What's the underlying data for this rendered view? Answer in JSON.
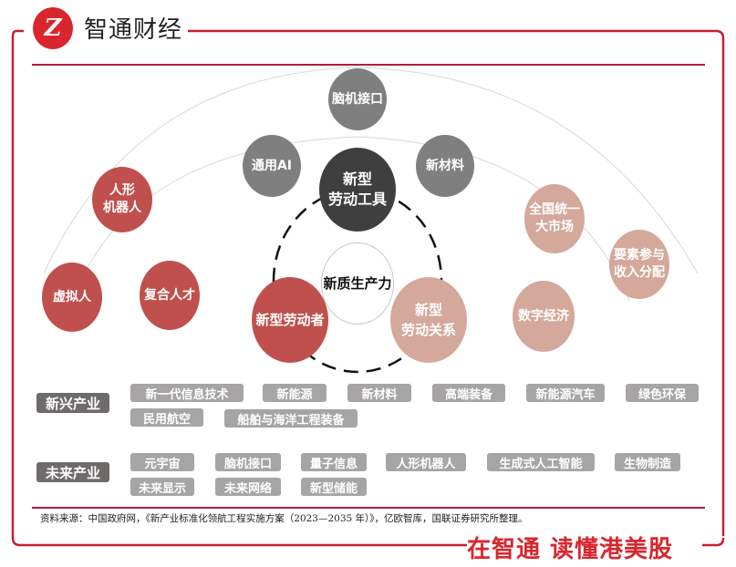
{
  "header": {
    "logo_glyph": "Z",
    "brand_title": "智通财经"
  },
  "colors": {
    "brand_red": "#c8202f",
    "tool_gray": "#7f7f7f",
    "tool_dark": "#3f3f3f",
    "worker_red": "#c0504d",
    "relation_beige": "#d4a89a",
    "chip_gray": "#a6a4a4",
    "category_dark": "#6f6b6b"
  },
  "diagram": {
    "core": {
      "label": "新质生产力"
    },
    "pillars": {
      "tools": {
        "label": "新型\n劳动工具"
      },
      "workers": {
        "label": "新型劳动者"
      },
      "relations": {
        "label": "新型\n劳动关系"
      }
    },
    "tool_nodes": [
      {
        "label": "脑机接口"
      },
      {
        "label": "通用AI"
      },
      {
        "label": "新材料"
      }
    ],
    "worker_nodes": [
      {
        "label": "人形\n机器人"
      },
      {
        "label": "虚拟人"
      },
      {
        "label": "复合人才"
      }
    ],
    "relation_nodes": [
      {
        "label": "全国统一\n大市场"
      },
      {
        "label": "要素参与\n收入分配"
      },
      {
        "label": "数字经济"
      }
    ]
  },
  "industries": {
    "emerging": {
      "label": "新兴产业",
      "items": [
        "新一代信息技术",
        "新能源",
        "新材料",
        "高端装备",
        "新能源汽车",
        "绿色环保",
        "民用航空",
        "船舶与海洋工程装备"
      ]
    },
    "future": {
      "label": "未来产业",
      "items": [
        "元宇宙",
        "脑机接口",
        "量子信息",
        "人形机器人",
        "生成式人工智能",
        "生物制造",
        "未来显示",
        "未来网络",
        "新型储能"
      ]
    }
  },
  "footer": {
    "source": "资料来源：中国政府网，《新产业标准化领航工程实施方案（2023—2035 年）》，亿欧智库，国联证券研究所整理。",
    "slogan": "在智通 读懂港美股"
  }
}
